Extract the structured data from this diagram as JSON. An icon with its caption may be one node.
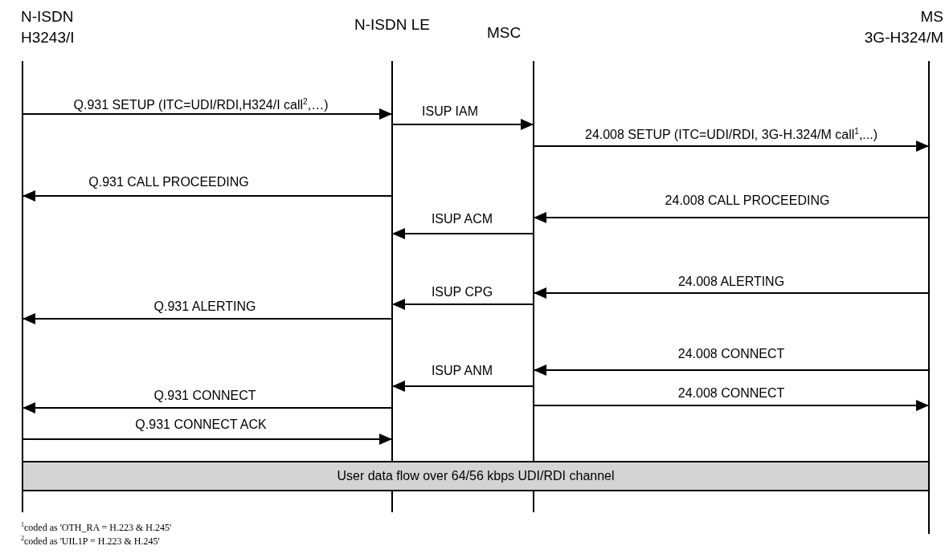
{
  "diagram": {
    "nodes": [
      {
        "text": [
          "N-ISDN H3243/I"
        ]
      },
      {
        "text": [
          "N-ISDN LE"
        ]
      },
      {
        "text": [
          "MSC"
        ]
      },
      {
        "text": [
          "MS 3G-H324/M"
        ]
      },
      {
        "text": [
          "User data flow over 64/56 kbps UDI/RDI channel"
        ]
      }
    ],
    "edges": [
      {
        "from": 0,
        "to": 1,
        "arrow": "to",
        "label": "Q.931 SETUP (ITC=UDI/RDI,H324/I call$^{2}$,…)"
      },
      {
        "from": 1,
        "to": 2,
        "arrow": "to",
        "label": "ISUP IAM"
      },
      {
        "from": 2,
        "to": 3,
        "arrow": "to",
        "label": "24.008 SETUP (ITC=UDI/RDI, 3G-H.324/M call$^{1}$,...)"
      },
      {
        "from": 1,
        "to": 0,
        "arrow": "to",
        "label": "Q.931 CALL PROCEEDING"
      },
      {
        "from": 3,
        "to": 2,
        "arrow": "to",
        "label": "24.008 CALL PROCEEDING"
      },
      {
        "from": 2,
        "to": 1,
        "arrow": "to",
        "label": "ISUP ACM"
      },
      {
        "from": 3,
        "to": 2,
        "arrow": "to",
        "label": "24.008 ALERTING"
      },
      {
        "from": 2,
        "to": 1,
        "arrow": "to",
        "label": "ISUP CPG"
      },
      {
        "from": 1,
        "to": 0,
        "arrow": "to",
        "label": "Q.931 ALERTING"
      },
      {
        "from": 3,
        "to": 2,
        "arrow": "to",
        "label": "24.008 CONNECT"
      },
      {
        "from": 2,
        "to": 1,
        "arrow": "to",
        "label": "ISUP ANM"
      },
      {
        "from": 2,
        "to": 3,
        "arrow": "to",
        "label": "24.008 CONNECT"
      },
      {
        "from": 1,
        "to": 0,
        "arrow": "to",
        "label": "Q.931 CONNECT"
      },
      {
        "from": 0,
        "to": 1,
        "arrow": "to",
        "label": "Q.931 CONNECT ACK"
      }
    ],
    "labels": [
      "$^{1}$coded as 'OTH_RA = H.223 & H.245'",
      "$^{2}$coded as 'UIL1P = H.223 & H.245'"
    ]
  }
}
